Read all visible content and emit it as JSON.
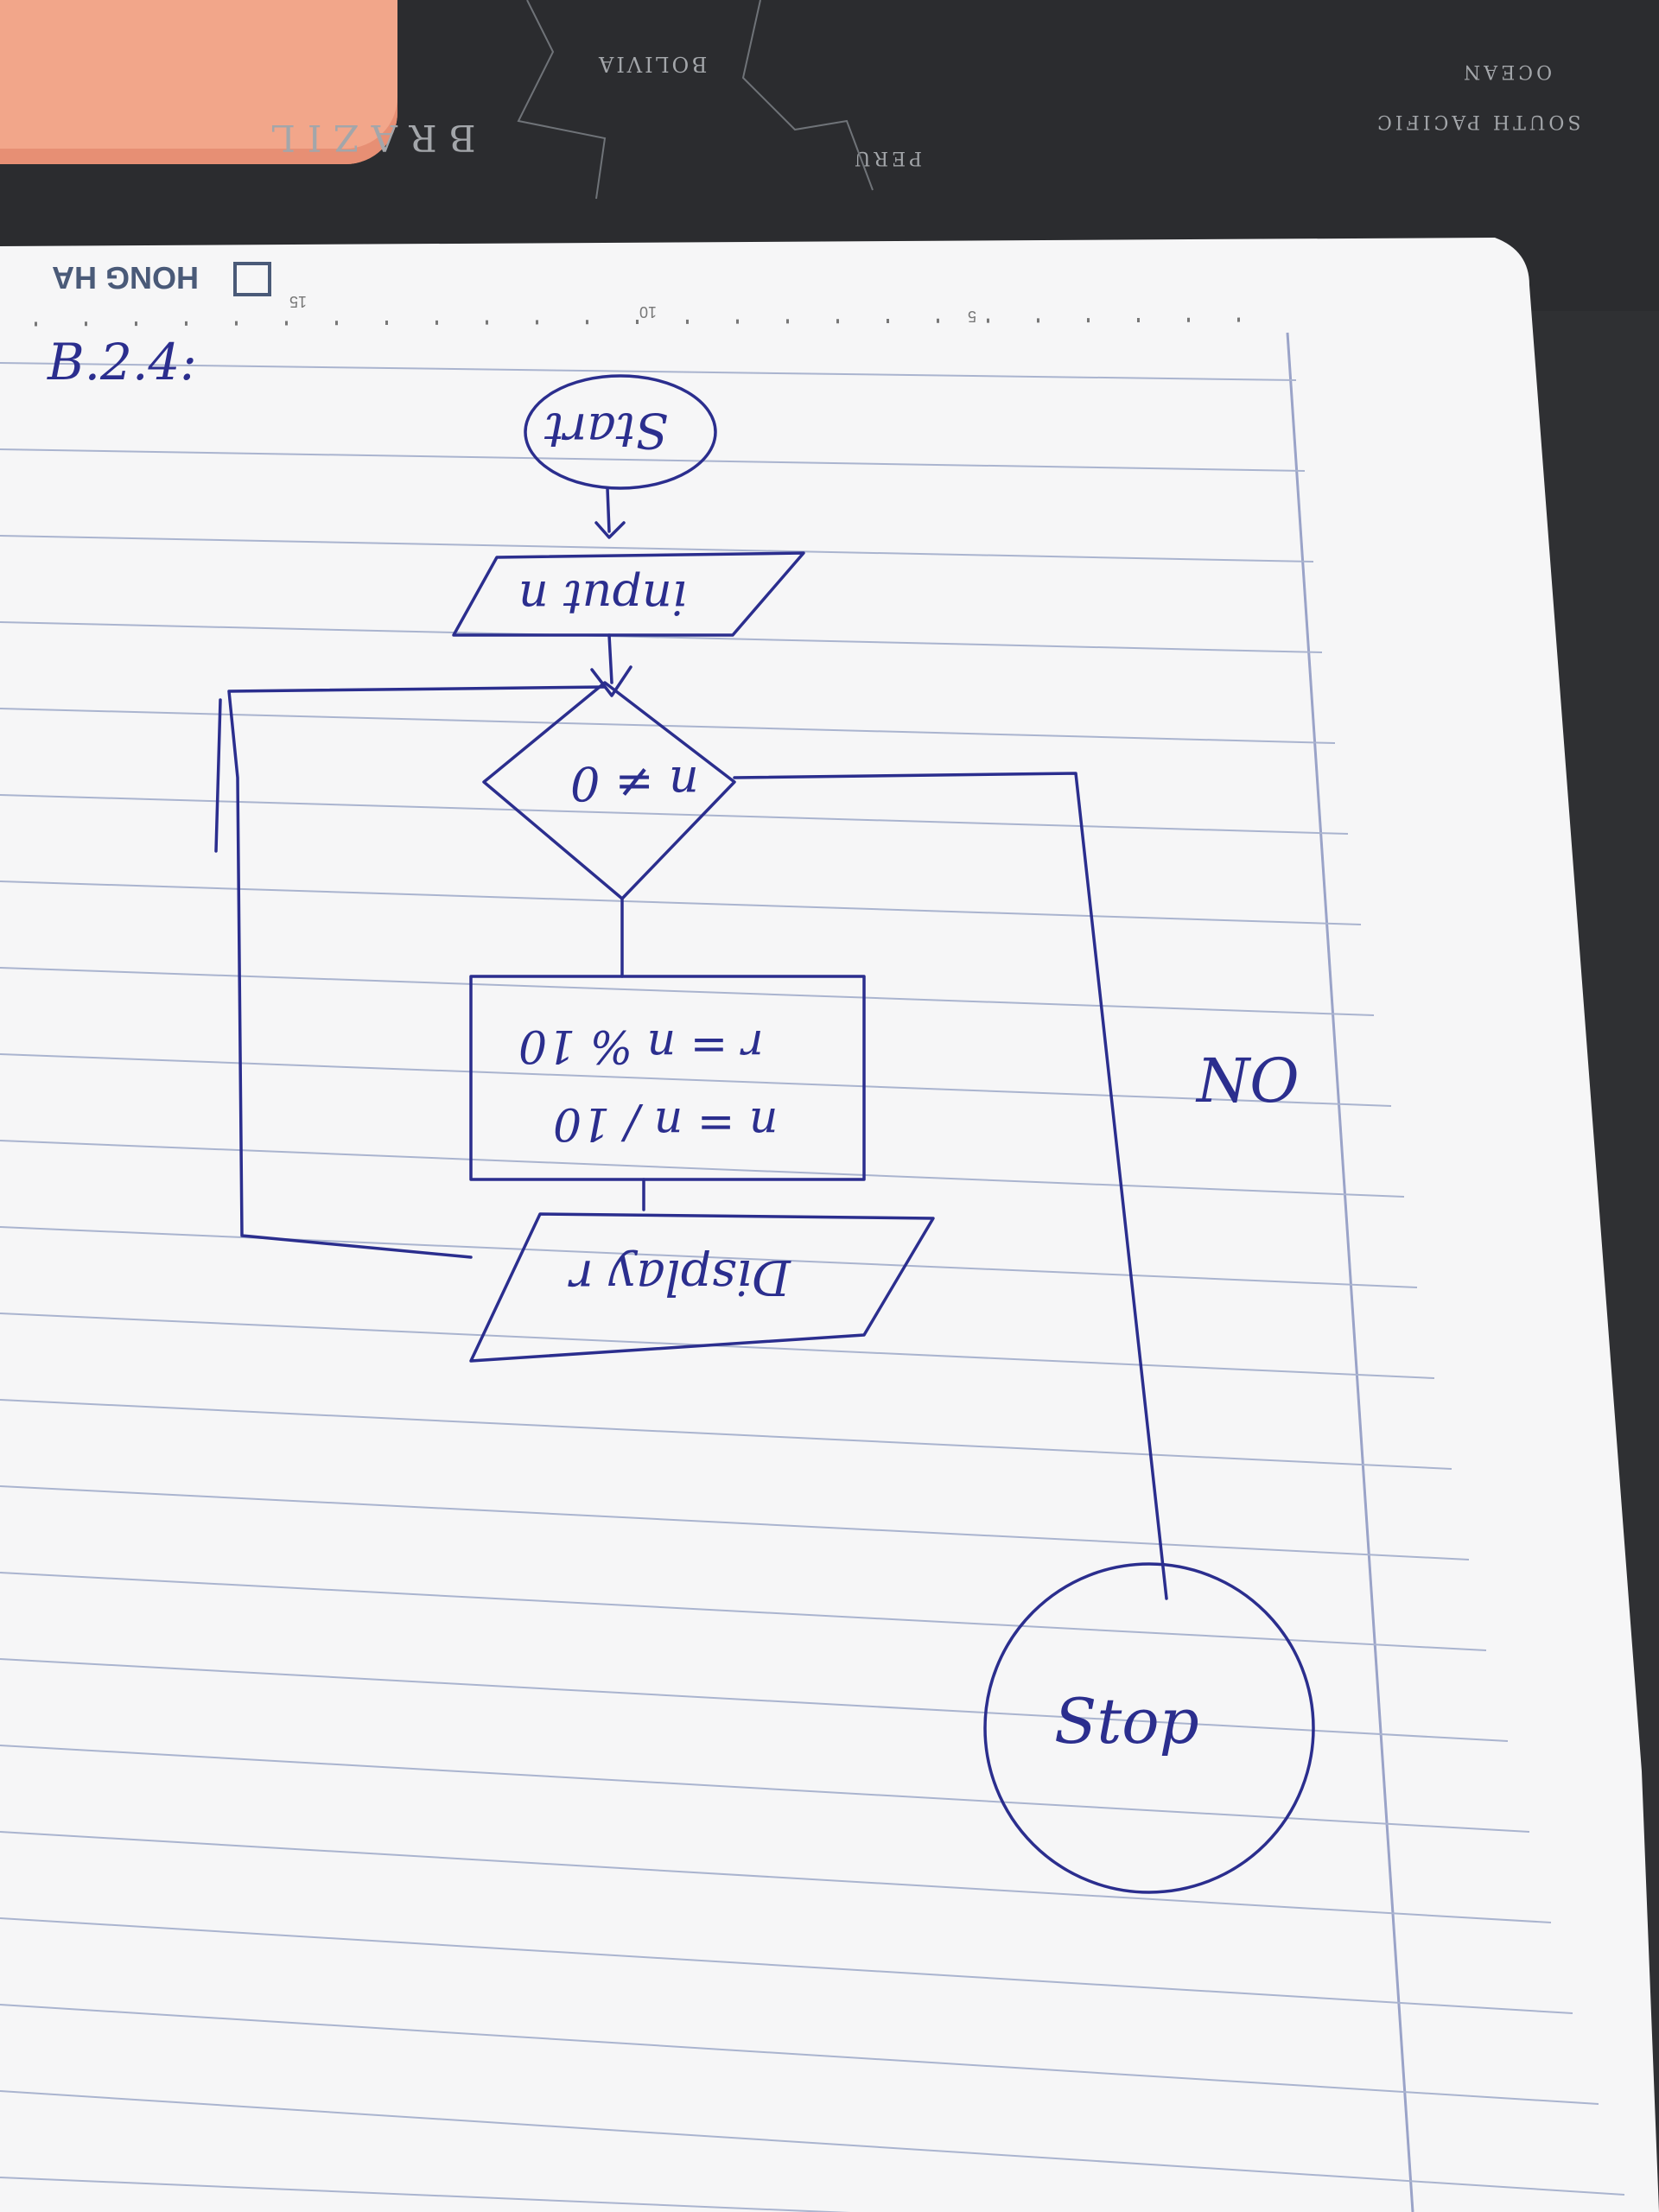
{
  "mat": {
    "labels": [
      "BOLIVIA",
      "BRAZIL",
      "PERU",
      "SOUTH PACIFIC",
      "OCEAN"
    ]
  },
  "notebook": {
    "brand": "HONG HA",
    "ruler_marks": [
      "15",
      "10",
      "5"
    ]
  },
  "heading": "B.2.4:",
  "flowchart": {
    "start": "Start",
    "input": "input n",
    "condition": "n ≠ 0",
    "process_line1": "r = n % 10",
    "process_line2": "n = n / 10",
    "output": "Display r",
    "no_label": "NO",
    "stop": "Stop"
  },
  "colors": {
    "ink": "#2b2e8e",
    "paper": "#f6f6f7",
    "rule": "#aab4cf",
    "margin_line": "#9aa3c8"
  }
}
